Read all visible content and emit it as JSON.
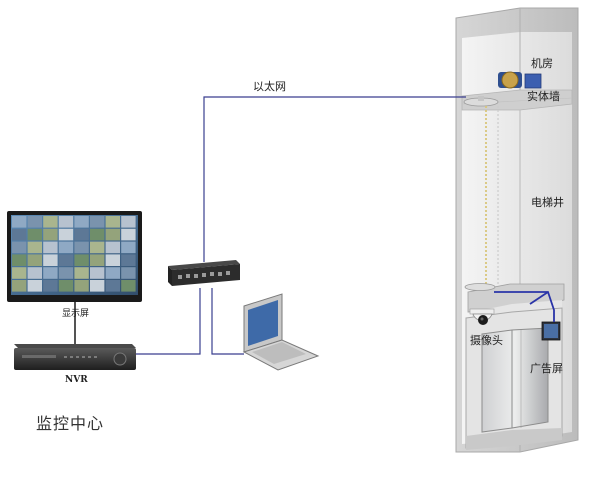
{
  "labels": {
    "ethernet": "以太网",
    "machine_room": "机房",
    "solid_wall": "实体墙",
    "elevator_shaft": "电梯井",
    "display_screen": "显示屏",
    "nvr": "NVR",
    "camera": "摄像头",
    "ad_screen": "广告屏",
    "monitoring_center": "监控中心"
  },
  "colors": {
    "cable": "#3a3f8f",
    "shaft_wall": "#c4c4c4",
    "shaft_interior": "#e8e8e8",
    "cabin_door": "#b9babc",
    "screen_frame": "#1a1a1a",
    "device_body": "#2c2c2c"
  }
}
